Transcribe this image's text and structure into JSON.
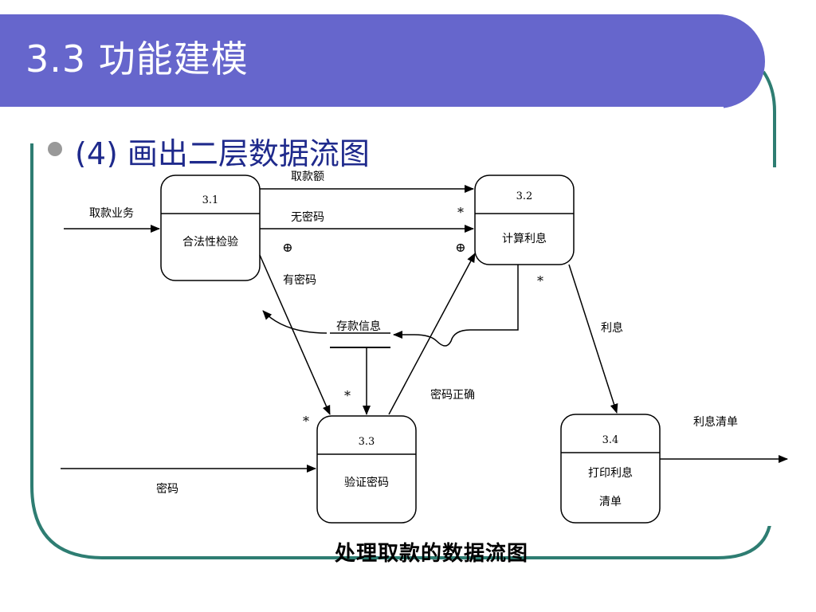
{
  "title": "3.3 功能建模",
  "bullet": "(4) 画出二层数据流图",
  "caption": "处理取款的数据流图",
  "colors": {
    "banner": "#6666cc",
    "frame": "#2e7d72",
    "bullet_text": "#1f2a8c",
    "bullet_dot": "#999999"
  },
  "processes": [
    {
      "id": "3.1",
      "name": "合法性检验"
    },
    {
      "id": "3.2",
      "name": "计算利息"
    },
    {
      "id": "3.3",
      "name": "验证密码"
    },
    {
      "id": "3.4",
      "name_line1": "打印利息",
      "name_line2": "清单"
    }
  ],
  "store": {
    "name": "存款信息"
  },
  "flows": {
    "withdraw_request": "取款业务",
    "amount": "取款额",
    "no_password": "无密码",
    "has_password": "有密码",
    "password_ok": "密码正确",
    "interest": "利息",
    "password": "密码",
    "interest_list": "利息清单"
  },
  "symbols": {
    "star": "*",
    "oplus": "⊕"
  }
}
